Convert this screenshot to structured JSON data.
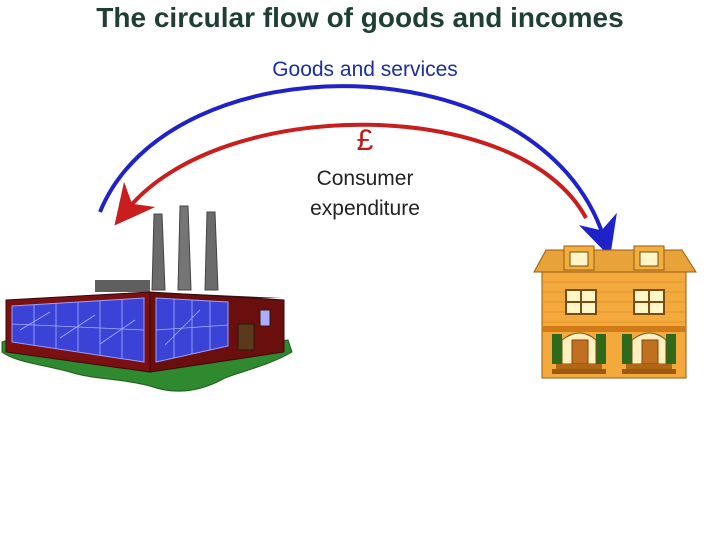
{
  "title": "The circular flow of goods and incomes",
  "labels": {
    "goods_services": "Goods and services",
    "currency": "£",
    "consumer_line1": "Consumer",
    "consumer_line2": "expenditure"
  },
  "colors": {
    "goods_arrow": "#1e22c8",
    "money_arrow": "#c81e1e",
    "title": "#1f3f35"
  },
  "icons": {
    "left": "factory-icon",
    "right": "house-icon"
  }
}
